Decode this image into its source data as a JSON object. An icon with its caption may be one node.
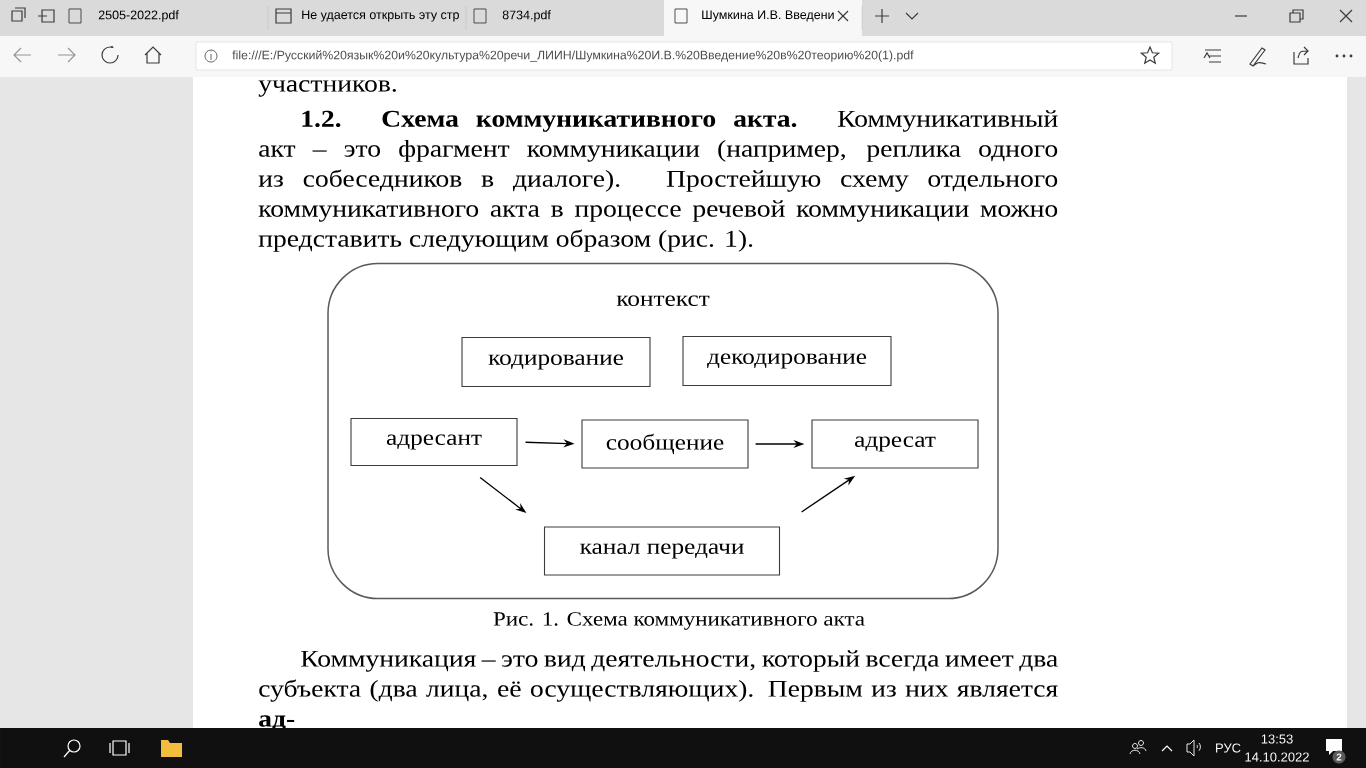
{
  "diagram": {
    "caption": "Рис. 1. Схема коммуникативного акта",
    "nodes": [
      {
        "text": [
          "контекст"
        ]
      },
      {
        "text": [
          "кодирование"
        ],
        "in": 0
      },
      {
        "text": [
          "декодирование"
        ],
        "in": 0
      },
      {
        "text": [
          "адресант"
        ],
        "in": 0
      },
      {
        "text": [
          "сообщение"
        ],
        "in": 0
      },
      {
        "text": [
          "адресат"
        ],
        "in": 0
      },
      {
        "text": [
          "канал передачи"
        ],
        "in": 0
      }
    ],
    "edges": [
      {
        "from": 3,
        "to": 4,
        "arrow": "to"
      },
      {
        "from": 4,
        "to": 5,
        "arrow": "to"
      },
      {
        "from": 3,
        "to": 6,
        "arrow": "to"
      },
      {
        "from": 6,
        "to": 5,
        "arrow": "to"
      }
    ],
    "labels": [
      "2505-2022.pdf",
      "Не удается открыть эту стр",
      "8734.pdf",
      "Шумкина И.В. Введени",
      "file:///E:/Русский%20язык%20и%20культура%20речи_ЛИИН/Шумкина%20И.В.%20Введение%20в%20теорию%20(1).pdf",
      "участников.",
      "**1.2. Схема коммуникативного акта.** Коммуникативный акт – это фрагмент коммуникации (например, реплика одного из собеседников в диалоге). Простейшую схему отдельного коммуникативного акта в процессе речевой коммуникации можно представить следующим образом (рис. 1).",
      "Коммуникация – это вид деятельности, который всегда имеет два субъекта (два лица, её осуществляющих). Первым из них является **ад-**",
      "РУС",
      "13:53",
      "14.10.2022",
      "2"
    ]
  }
}
